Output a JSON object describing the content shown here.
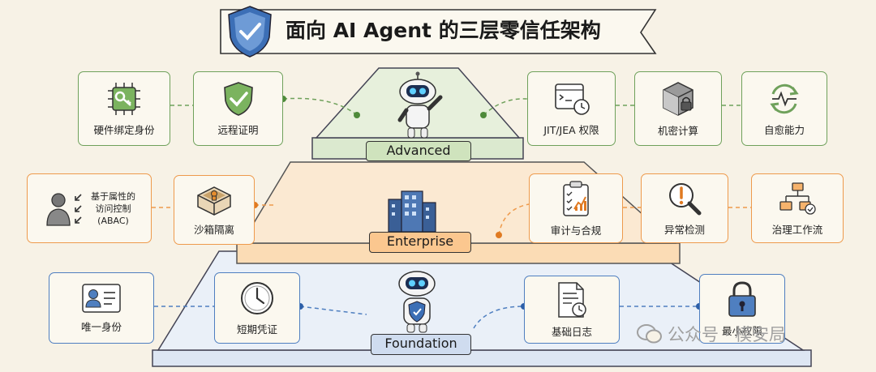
{
  "title": "面向 AI Agent 的三层零信任架构",
  "tiers": {
    "advanced": "Advanced",
    "enterprise": "Enterprise",
    "foundation": "Foundation"
  },
  "advanced": {
    "hardware_binding": "硬件绑定身份",
    "remote_attestation": "远程证明",
    "jit_jea": "JIT/JEA 权限",
    "confidential_compute": "机密计算",
    "self_healing": "自愈能力"
  },
  "enterprise": {
    "abac_line1": "基于属性的",
    "abac_line2": "访问控制",
    "abac_line3": "(ABAC)",
    "sandbox": "沙箱隔离",
    "audit": "审计与合规",
    "anomaly": "异常检测",
    "workflow": "治理工作流"
  },
  "foundation": {
    "unique_identity": "唯一身份",
    "short_credential": "短期凭证",
    "audit_log": "基础日志",
    "least_privilege": "最小权限"
  },
  "watermark": "公众号 · 模安局",
  "colors": {
    "green": "#6fa15b",
    "orange": "#ee9a4c",
    "blue": "#4f7fc0",
    "background": "#f7f2e6"
  }
}
